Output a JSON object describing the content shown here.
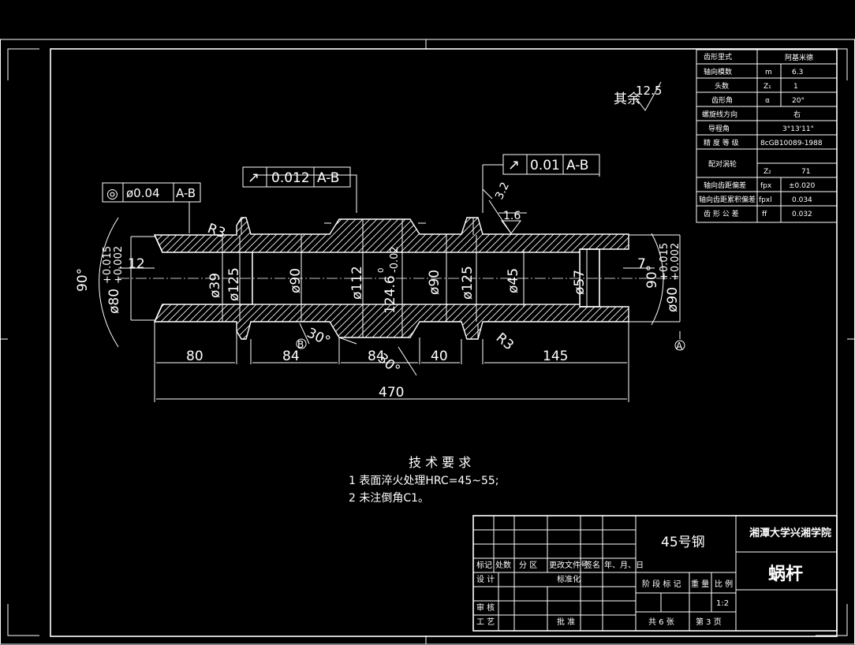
{
  "roughness_default": {
    "prefix": "其余",
    "value": "12.5"
  },
  "tolerance_frames": [
    {
      "symbol": "◎",
      "value": "ø0.04",
      "datum": "A-B"
    },
    {
      "symbol": "↗",
      "value": "0.012",
      "datum": "A-B"
    },
    {
      "symbol": "↗",
      "value": "0.01",
      "datum": "A-B"
    }
  ],
  "roughness_marks": [
    "3.2",
    "1.6"
  ],
  "radius_labels": [
    "R3",
    "R3"
  ],
  "angle_labels": [
    "90°",
    "90°",
    "30°",
    "30°"
  ],
  "datum_labels": [
    "B",
    "A"
  ],
  "diameter_labels": [
    "ø39",
    "ø125",
    "ø90",
    "ø112",
    "124.6",
    "0",
    "-0.02",
    "ø90",
    "ø125",
    "ø45",
    "ø57"
  ],
  "fits": {
    "left": {
      "dia": "ø80",
      "upper": "+0.015",
      "lower": "+0.002"
    },
    "right": {
      "dia": "ø90",
      "upper": "+0.015",
      "lower": "+0.002"
    }
  },
  "small_dims": [
    "12",
    "7"
  ],
  "length_dims": [
    "80",
    "84",
    "84",
    "40",
    "145",
    "470"
  ],
  "tech_requirements": {
    "title": "技 术 要 求",
    "items": [
      "1  表面淬火处理HRC=45~55;",
      "2  未注倒角C1。"
    ]
  },
  "param_table": [
    {
      "name": "齿形里式",
      "sym": "",
      "val": "阿基米德"
    },
    {
      "name": "轴向模数",
      "sym": "m",
      "val": "6.3"
    },
    {
      "name": "头数",
      "sym": "Z₁",
      "val": "1"
    },
    {
      "name": "齿形角",
      "sym": "α",
      "val": "20°"
    },
    {
      "name": "螺旋线方向",
      "sym": "",
      "val": "右"
    },
    {
      "name": "导程角",
      "sym": "",
      "val": "3°13'11\""
    },
    {
      "name": "精 度 等 级",
      "sym": "",
      "val": "8cGB10089-1988"
    },
    {
      "name": "配对涡轮",
      "sym": "",
      "val": ""
    },
    {
      "name": "",
      "sym": "Z₂",
      "val": "71"
    },
    {
      "name": "轴向齿距偏差",
      "sym": "fpx",
      "val": "±0.020"
    },
    {
      "name": "轴向齿距累积偏差",
      "sym": "fpxl",
      "val": "0.034"
    },
    {
      "name": "齿 形 公 差",
      "sym": "ff",
      "val": "0.032"
    }
  ],
  "title_block": {
    "material": "45号钢",
    "school": "湘潭大学兴湘学院",
    "part_name": "蜗杆",
    "rev_headers": [
      "标记",
      "处数",
      "分 区",
      "更改文件号",
      "签名",
      "年、月、日"
    ],
    "design": "设 计",
    "standardize": "标准化",
    "review": "审 核",
    "process": "工 艺",
    "approve": "批 准",
    "stage_headers": [
      "阶 段 标 记",
      "重 量",
      "比 例"
    ],
    "scale": "1:2",
    "sheets_total": "共 6 张",
    "sheet_no": "第 3 页"
  }
}
